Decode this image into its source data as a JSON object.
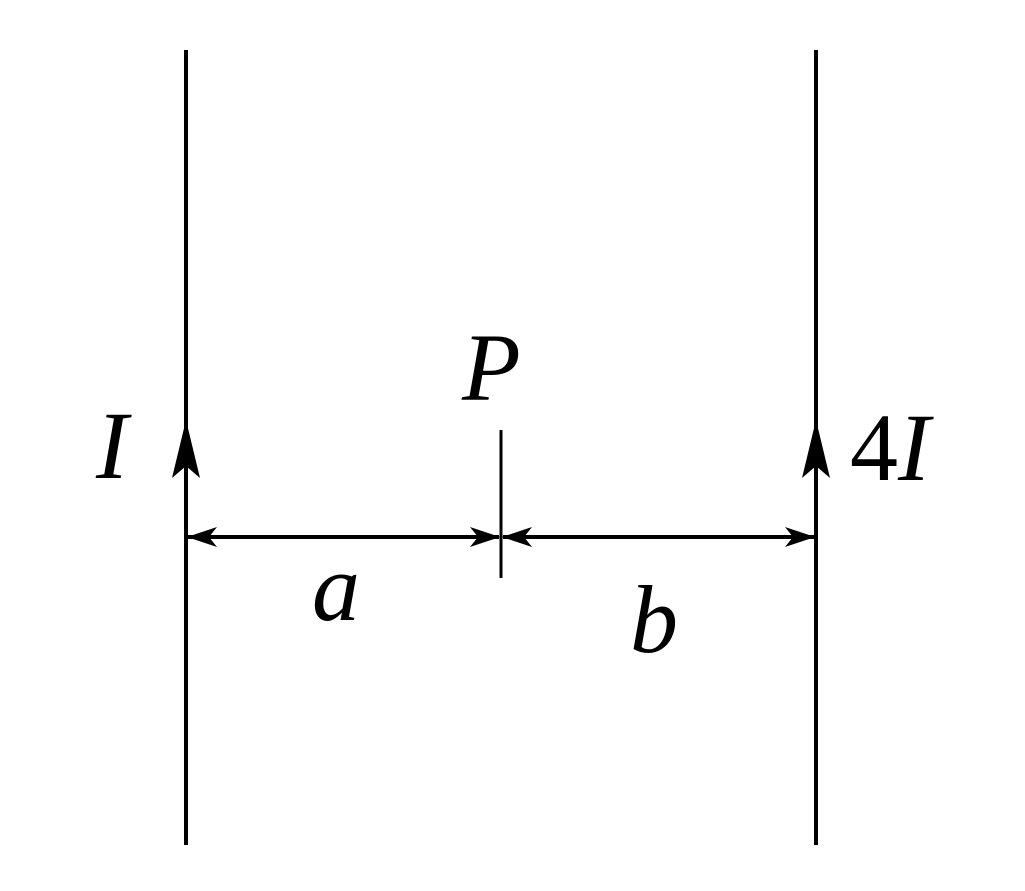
{
  "diagram": {
    "left_wire": {
      "current_label": "I"
    },
    "right_wire": {
      "current_label_coef": "4",
      "current_label_var": "I"
    },
    "point_label": "P",
    "distance_left_label": "a",
    "distance_right_label": "b",
    "line_color": "#000000"
  }
}
